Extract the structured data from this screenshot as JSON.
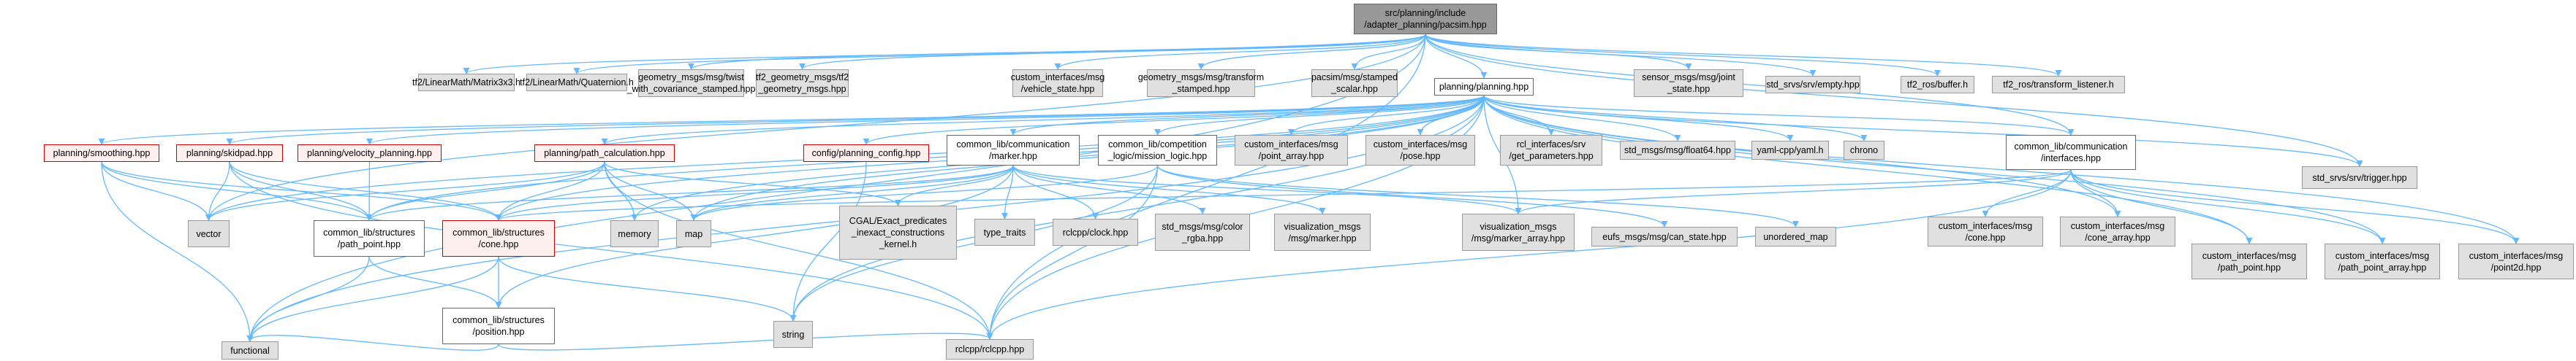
{
  "colors": {
    "edge": "#63b8ff",
    "root_fill": "#999999",
    "gray_fill": "#e0e0e0",
    "red_border": "#cc0000",
    "red_fill": "#fff0f0"
  },
  "nodes": {
    "root": "src/planning/include\n/adapter_planning/pacsim.hpp",
    "matrix3x3": "tf2/LinearMath/Matrix3x3.h",
    "quaternion": "tf2/LinearMath/Quaternion.h",
    "twist_cov": "geometry_msgs/msg/twist\n_with_covariance_stamped.hpp",
    "tf2_geom": "tf2_geometry_msgs/tf2\n_geometry_msgs.hpp",
    "vehicle_state": "custom_interfaces/msg\n/vehicle_state.hpp",
    "transform_stamped": "geometry_msgs/msg/transform\n_stamped.hpp",
    "stamped_scalar": "pacsim/msg/stamped\n_scalar.hpp",
    "planning": "planning/planning.hpp",
    "joint_state": "sensor_msgs/msg/joint\n_state.hpp",
    "empty": "std_srvs/srv/empty.hpp",
    "buffer": "tf2_ros/buffer.h",
    "transform_listener": "tf2_ros/transform_listener.h",
    "smoothing": "planning/smoothing.hpp",
    "skidpad": "planning/skidpad.hpp",
    "velocity_planning": "planning/velocity_planning.hpp",
    "path_calculation": "planning/path_calculation.hpp",
    "planning_config": "config/planning_config.hpp",
    "marker": "common_lib/communication\n/marker.hpp",
    "mission_logic": "common_lib/competition\n_logic/mission_logic.hpp",
    "point_array": "custom_interfaces/msg\n/point_array.hpp",
    "pose": "custom_interfaces/msg\n/pose.hpp",
    "get_parameters": "rcl_interfaces/srv\n/get_parameters.hpp",
    "float64": "std_msgs/msg/float64.hpp",
    "yaml": "yaml-cpp/yaml.h",
    "chrono": "chrono",
    "interfaces": "common_lib/communication\n/interfaces.hpp",
    "trigger": "std_srvs/srv/trigger.hpp",
    "vector": "vector",
    "path_point": "common_lib/structures\n/path_point.hpp",
    "cone": "common_lib/structures\n/cone.hpp",
    "memory": "memory",
    "map": "map",
    "cgal": "CGAL/Exact_predicates\n_inexact_constructions\n_kernel.h",
    "type_traits": "type_traits",
    "clock": "rclcpp/clock.hpp",
    "color_rgba": "std_msgs/msg/color\n_rgba.hpp",
    "vis_marker": "visualization_msgs\n/msg/marker.hpp",
    "marker_array": "visualization_msgs\n/msg/marker_array.hpp",
    "can_state": "eufs_msgs/msg/can_state.hpp",
    "unordered_map": "unordered_map",
    "ci_cone": "custom_interfaces/msg\n/cone.hpp",
    "ci_cone_array": "custom_interfaces/msg\n/cone_array.hpp",
    "ci_path_point": "custom_interfaces/msg\n/path_point.hpp",
    "ci_path_point_array": "custom_interfaces/msg\n/path_point_array.hpp",
    "ci_point2d": "custom_interfaces/msg\n/point2d.hpp",
    "position": "common_lib/structures\n/position.hpp",
    "string": "string",
    "functional": "functional",
    "rclcpp": "rclcpp/rclcpp.hpp"
  },
  "edges": [
    [
      "root",
      "matrix3x3"
    ],
    [
      "root",
      "quaternion"
    ],
    [
      "root",
      "twist_cov"
    ],
    [
      "root",
      "tf2_geom"
    ],
    [
      "root",
      "vehicle_state"
    ],
    [
      "root",
      "transform_stamped"
    ],
    [
      "root",
      "stamped_scalar"
    ],
    [
      "root",
      "planning"
    ],
    [
      "root",
      "joint_state"
    ],
    [
      "root",
      "empty"
    ],
    [
      "root",
      "buffer"
    ],
    [
      "root",
      "transform_listener"
    ],
    [
      "root",
      "trigger"
    ],
    [
      "root",
      "interfaces"
    ],
    [
      "root",
      "rclcpp"
    ],
    [
      "root",
      "functional"
    ],
    [
      "root",
      "vector"
    ],
    [
      "planning",
      "smoothing"
    ],
    [
      "planning",
      "skidpad"
    ],
    [
      "planning",
      "velocity_planning"
    ],
    [
      "planning",
      "path_calculation"
    ],
    [
      "planning",
      "planning_config"
    ],
    [
      "planning",
      "marker"
    ],
    [
      "planning",
      "mission_logic"
    ],
    [
      "planning",
      "point_array"
    ],
    [
      "planning",
      "pose"
    ],
    [
      "planning",
      "get_parameters"
    ],
    [
      "planning",
      "float64"
    ],
    [
      "planning",
      "yaml"
    ],
    [
      "planning",
      "chrono"
    ],
    [
      "planning",
      "interfaces"
    ],
    [
      "planning",
      "trigger"
    ],
    [
      "planning",
      "vector"
    ],
    [
      "planning",
      "path_point"
    ],
    [
      "planning",
      "cone"
    ],
    [
      "planning",
      "memory"
    ],
    [
      "planning",
      "map"
    ],
    [
      "planning",
      "string"
    ],
    [
      "planning",
      "rclcpp"
    ],
    [
      "planning",
      "ci_cone_array"
    ],
    [
      "planning",
      "ci_path_point"
    ],
    [
      "planning",
      "ci_path_point_array"
    ],
    [
      "planning",
      "ci_point2d"
    ],
    [
      "planning",
      "marker_array"
    ],
    [
      "planning",
      "functional"
    ],
    [
      "smoothing",
      "vector"
    ],
    [
      "smoothing",
      "path_point"
    ],
    [
      "smoothing",
      "functional"
    ],
    [
      "smoothing",
      "cone"
    ],
    [
      "skidpad",
      "vector"
    ],
    [
      "skidpad",
      "path_point"
    ],
    [
      "skidpad",
      "cone"
    ],
    [
      "skidpad",
      "rclcpp"
    ],
    [
      "velocity_planning",
      "path_point"
    ],
    [
      "path_calculation",
      "vector"
    ],
    [
      "path_calculation",
      "path_point"
    ],
    [
      "path_calculation",
      "cone"
    ],
    [
      "path_calculation",
      "memory"
    ],
    [
      "path_calculation",
      "map"
    ],
    [
      "path_calculation",
      "cgal"
    ],
    [
      "path_calculation",
      "rclcpp"
    ],
    [
      "planning_config",
      "string"
    ],
    [
      "marker",
      "cone"
    ],
    [
      "marker",
      "path_point"
    ],
    [
      "marker",
      "map"
    ],
    [
      "marker",
      "cgal"
    ],
    [
      "marker",
      "type_traits"
    ],
    [
      "marker",
      "clock"
    ],
    [
      "marker",
      "color_rgba"
    ],
    [
      "marker",
      "vis_marker"
    ],
    [
      "marker",
      "marker_array"
    ],
    [
      "marker",
      "position"
    ],
    [
      "mission_logic",
      "can_state"
    ],
    [
      "mission_logic",
      "unordered_map"
    ],
    [
      "mission_logic",
      "rclcpp"
    ],
    [
      "mission_logic",
      "string"
    ],
    [
      "mission_logic",
      "map"
    ],
    [
      "interfaces",
      "cone"
    ],
    [
      "interfaces",
      "ci_cone"
    ],
    [
      "interfaces",
      "ci_cone_array"
    ],
    [
      "interfaces",
      "ci_path_point"
    ],
    [
      "interfaces",
      "ci_path_point_array"
    ],
    [
      "interfaces",
      "ci_point2d"
    ],
    [
      "interfaces",
      "rclcpp"
    ],
    [
      "interfaces",
      "marker_array"
    ],
    [
      "path_point",
      "position"
    ],
    [
      "path_point",
      "functional"
    ],
    [
      "cone",
      "position"
    ],
    [
      "cone",
      "string"
    ],
    [
      "cone",
      "functional"
    ],
    [
      "position",
      "functional"
    ],
    [
      "position",
      "rclcpp"
    ]
  ]
}
